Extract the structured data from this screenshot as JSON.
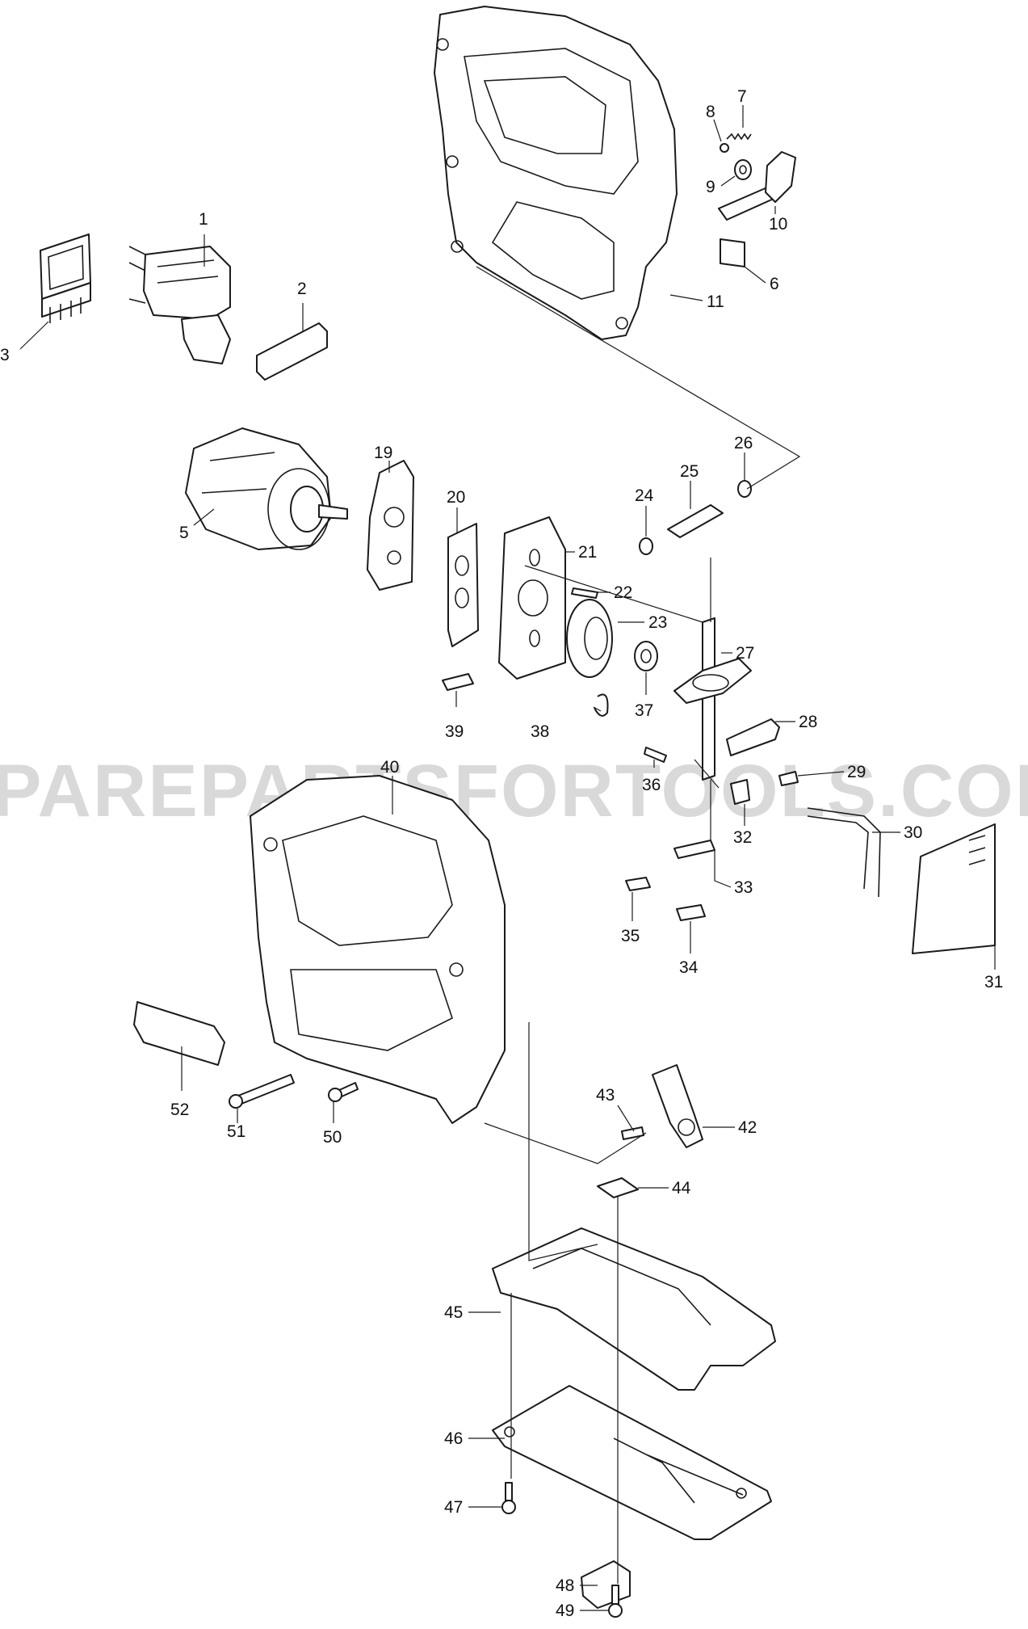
{
  "watermark": "PAREPARTSFORTOOLS.COM.A",
  "callouts": [
    {
      "id": "p1",
      "label": "1"
    },
    {
      "id": "p2",
      "label": "2"
    },
    {
      "id": "p3",
      "label": "3"
    },
    {
      "id": "p5",
      "label": "5"
    },
    {
      "id": "p6",
      "label": "6"
    },
    {
      "id": "p7",
      "label": "7"
    },
    {
      "id": "p8",
      "label": "8"
    },
    {
      "id": "p9",
      "label": "9"
    },
    {
      "id": "p10",
      "label": "10"
    },
    {
      "id": "p11",
      "label": "11"
    },
    {
      "id": "p19",
      "label": "19"
    },
    {
      "id": "p20",
      "label": "20"
    },
    {
      "id": "p21",
      "label": "21"
    },
    {
      "id": "p22",
      "label": "22"
    },
    {
      "id": "p23",
      "label": "23"
    },
    {
      "id": "p24",
      "label": "24"
    },
    {
      "id": "p25",
      "label": "25"
    },
    {
      "id": "p26",
      "label": "26"
    },
    {
      "id": "p27",
      "label": "27"
    },
    {
      "id": "p28",
      "label": "28"
    },
    {
      "id": "p29",
      "label": "29"
    },
    {
      "id": "p30",
      "label": "30"
    },
    {
      "id": "p31",
      "label": "31"
    },
    {
      "id": "p32",
      "label": "32"
    },
    {
      "id": "p33",
      "label": "33"
    },
    {
      "id": "p34",
      "label": "34"
    },
    {
      "id": "p35",
      "label": "35"
    },
    {
      "id": "p36",
      "label": "36"
    },
    {
      "id": "p37",
      "label": "37"
    },
    {
      "id": "p38",
      "label": "38"
    },
    {
      "id": "p39",
      "label": "39"
    },
    {
      "id": "p40",
      "label": "40"
    },
    {
      "id": "p42",
      "label": "42"
    },
    {
      "id": "p43",
      "label": "43"
    },
    {
      "id": "p44",
      "label": "44"
    },
    {
      "id": "p45",
      "label": "45"
    },
    {
      "id": "p46",
      "label": "46"
    },
    {
      "id": "p47",
      "label": "47"
    },
    {
      "id": "p48",
      "label": "48"
    },
    {
      "id": "p49",
      "label": "49"
    },
    {
      "id": "p50",
      "label": "50"
    },
    {
      "id": "p51",
      "label": "51"
    },
    {
      "id": "p52",
      "label": "52"
    }
  ]
}
